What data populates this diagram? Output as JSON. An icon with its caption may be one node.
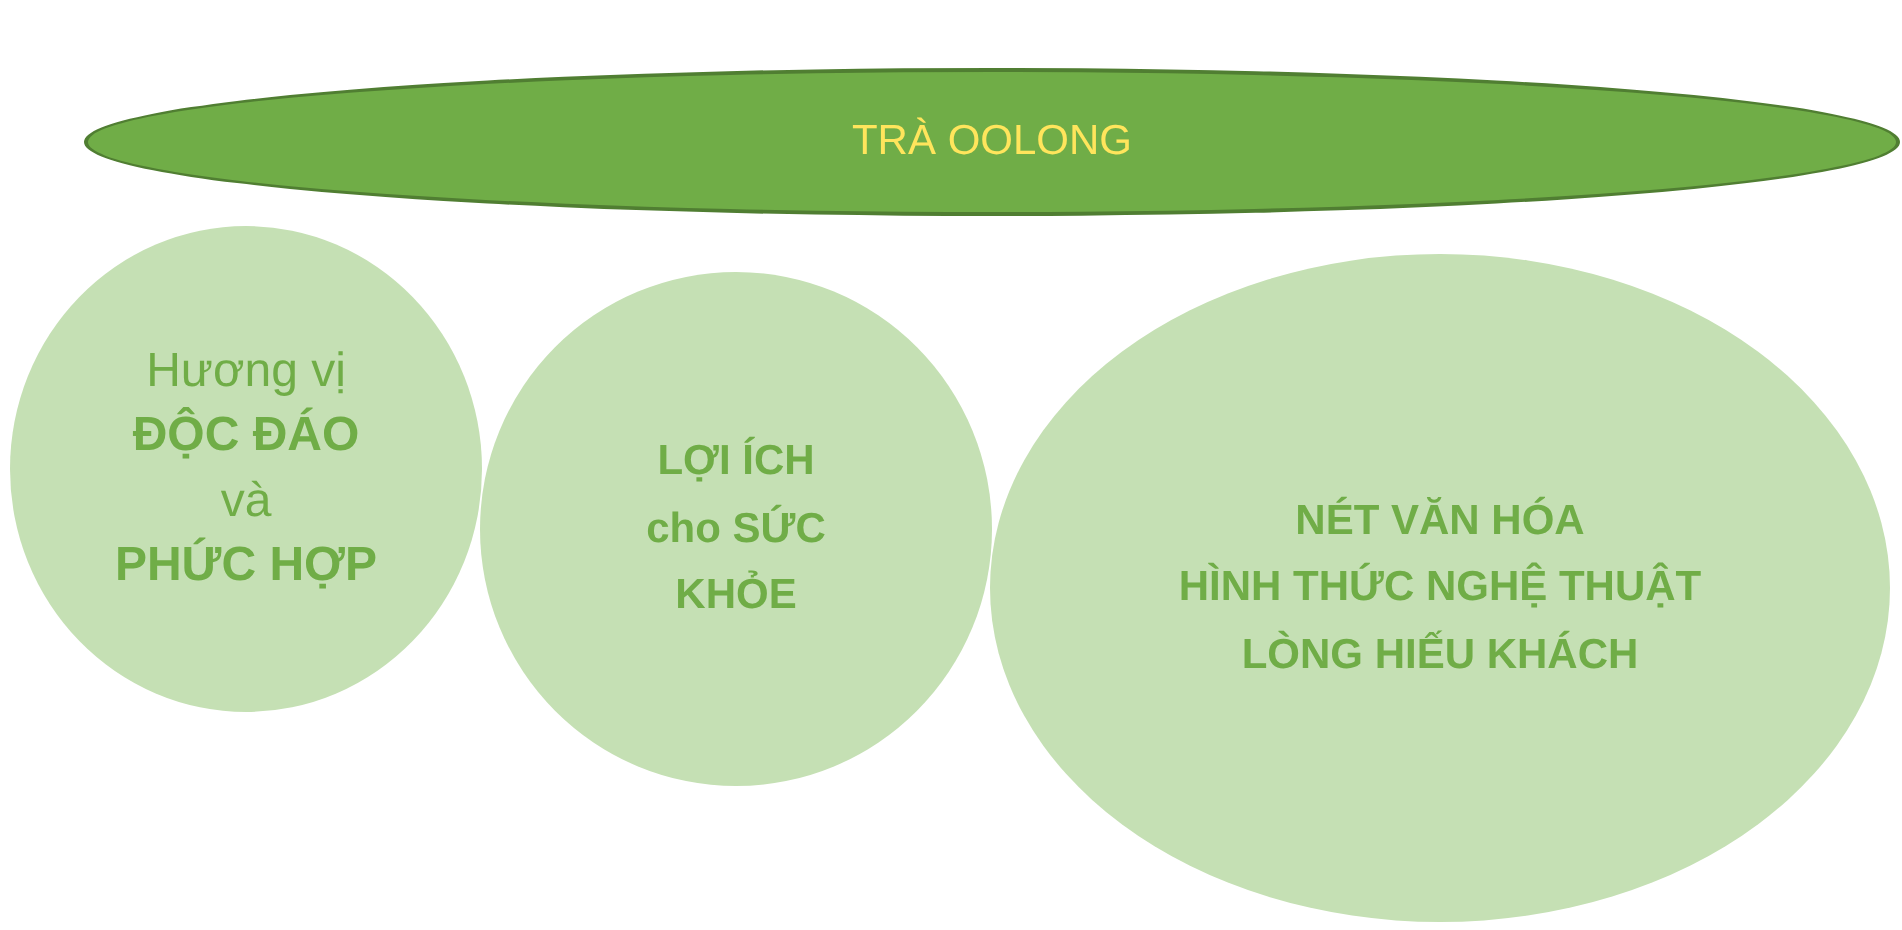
{
  "diagram": {
    "nodes": [
      {
        "text": [
          "TRÀ OOLONG"
        ]
      },
      {
        "text": [
          "Hương vị **ĐỘC ĐÁO** và **PHỨC HỢP**"
        ]
      },
      {
        "text": [
          "LỢI ÍCH cho SỨC KHỎE"
        ]
      },
      {
        "text": [
          "NÉT VĂN HÓA",
          "HÌNH THỨC NGHỆ THUẬT",
          "LÒNG HIẾU KHÁCH"
        ]
      }
    ]
  }
}
